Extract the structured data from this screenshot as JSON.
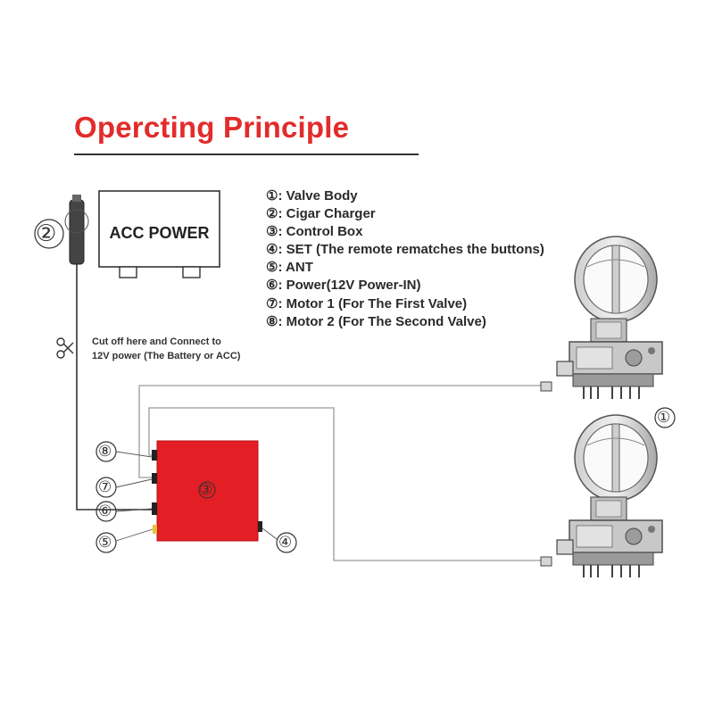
{
  "title": "Opercting Principle",
  "legend": [
    "①: Valve Body",
    "②: Cigar Charger",
    "③: Control Box",
    "④: SET (The remote rematches the buttons)",
    "⑤: ANT",
    "⑥: Power(12V Power-IN)",
    "⑦: Motor 1 (For The First Valve)",
    "⑧: Motor 2 (For The Second Valve)"
  ],
  "acc_power": {
    "label": "ACC POWER"
  },
  "cut_note": {
    "line1": "Cut off here and Connect to",
    "line2": "12V power (The Battery or ACC)"
  },
  "callouts": {
    "valve_body": "①",
    "cigar_charger": "②",
    "control_box": "③",
    "set": "④",
    "ant": "⑤",
    "power": "⑥",
    "motor1": "⑦",
    "motor2": "⑧"
  },
  "colors": {
    "title": "#e32b2b",
    "control_box": "#e31e24",
    "ant_tab": "#e9c233",
    "wire": "#9a9a9a"
  },
  "icons": [
    "scissors-icon",
    "cigar-plug-icon",
    "valve-icon"
  ]
}
